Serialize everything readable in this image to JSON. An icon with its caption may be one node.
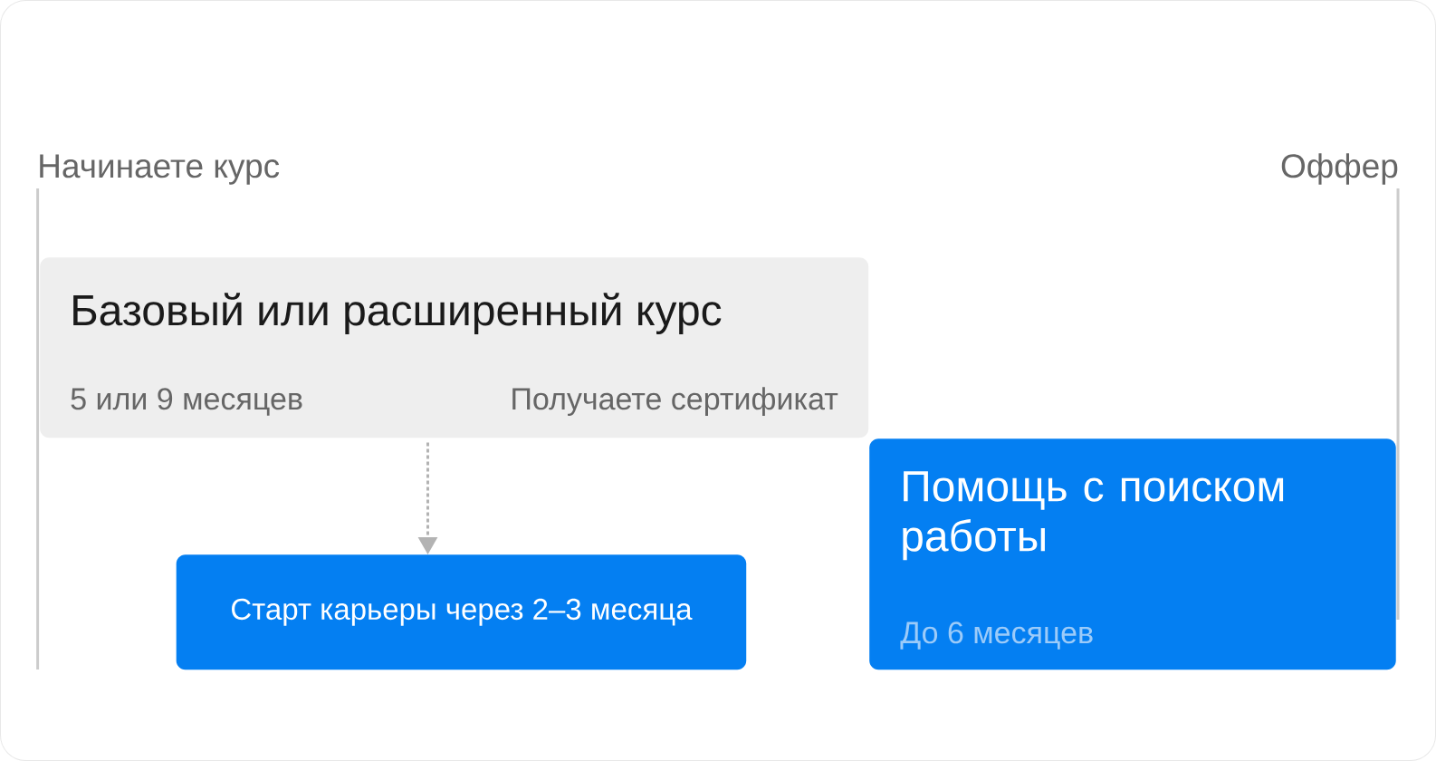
{
  "diagram": {
    "nodes": [
      {
        "text": [
          "Базовый или расширенный курс",
          "5 или 9 месяцев",
          "Получаете сертификат"
        ]
      },
      {
        "text": [
          "Старт карьеры через 2–3 месяца"
        ]
      },
      {
        "text": [
          "Помощь с поиском работы",
          "До 6 месяцев"
        ]
      }
    ],
    "edges": [
      {
        "from": 0,
        "to": 1,
        "arrow": "to",
        "style": "dashed"
      }
    ],
    "labels": [
      "Начинаете курс",
      "Оффер"
    ]
  }
}
